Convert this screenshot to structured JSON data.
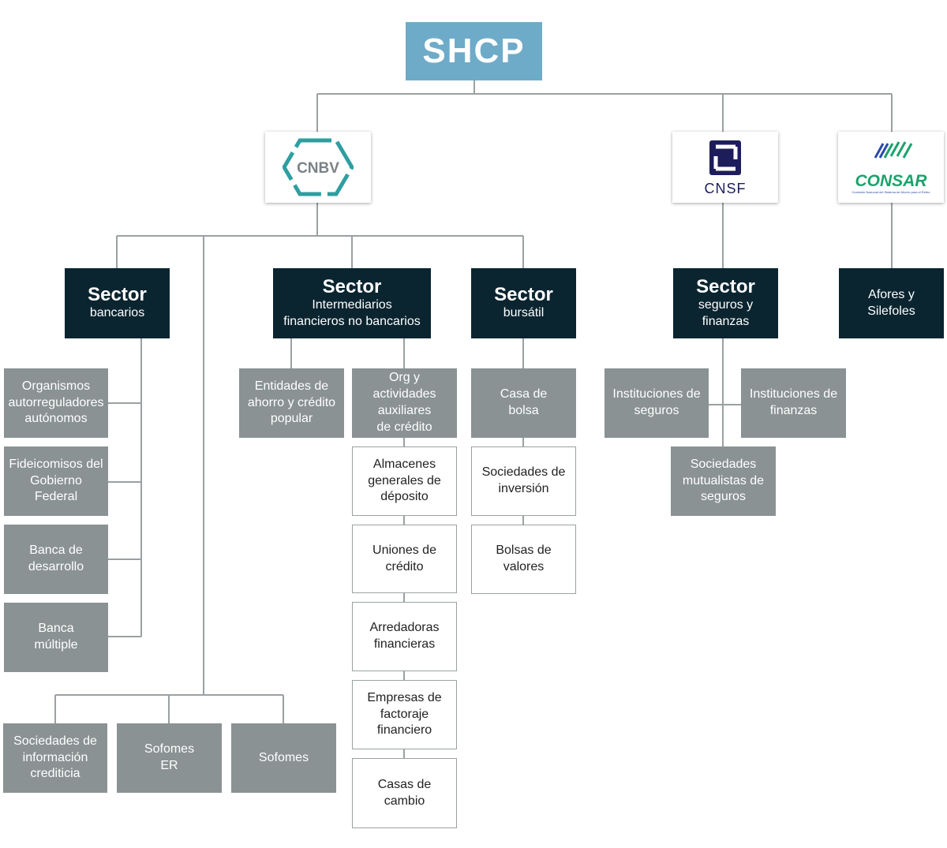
{
  "root": {
    "label": "SHCP"
  },
  "regulators": {
    "cnbv": {
      "logo_text": "CNBV"
    },
    "cnsf": {
      "logo_text": "CNSF"
    },
    "consar": {
      "logo_text": "CONSAR",
      "tagline": "Comisión Nacional del Sistema de Ahorro para el Retiro"
    }
  },
  "sectors": {
    "bancarios": {
      "title": "Sector",
      "subtitle": "bancarios"
    },
    "intermediarios": {
      "title": "Sector",
      "subtitle_1": "Intermediarios",
      "subtitle_2": "financieros no bancarios"
    },
    "bursatil": {
      "title": "Sector",
      "subtitle": "bursátil"
    },
    "seguros": {
      "title": "Sector",
      "subtitle_1": "seguros y",
      "subtitle_2": "finanzas"
    },
    "afores": {
      "line_1": "Afores y",
      "line_2": "Silefoles"
    }
  },
  "bancarios_entities": [
    [
      "Organismos",
      "autorreguladores",
      "autónomos"
    ],
    [
      "Fideicomisos del",
      "Gobierno",
      "Federal"
    ],
    [
      "Banca de",
      "desarrollo"
    ],
    [
      "Banca",
      "múltiple"
    ]
  ],
  "cnbv_bottom": [
    [
      "Sociedades de",
      "información",
      "crediticia"
    ],
    [
      "Sofomes",
      "ER"
    ],
    [
      "Sofomes"
    ]
  ],
  "intermediarios_entities": {
    "ahorro": [
      "Entidades de",
      "ahorro y crédito",
      "popular"
    ],
    "auxiliares": [
      "Org y actividades",
      "auxiliares",
      "de crédito"
    ],
    "auxiliares_children": [
      [
        "Almacenes",
        "generales de",
        "déposito"
      ],
      [
        "Uniones de",
        "crédito"
      ],
      [
        "Arredadoras",
        "financieras"
      ],
      [
        "Empresas de",
        "factoraje",
        "financiero"
      ],
      [
        "Casas de",
        "cambio"
      ]
    ]
  },
  "bursatil_entities": {
    "casa_bolsa": [
      "Casa de",
      "bolsa"
    ],
    "children": [
      [
        "Sociedades de",
        "inversión"
      ],
      [
        "Bolsas de",
        "valores"
      ]
    ]
  },
  "seguros_entities": {
    "seguros": [
      "Instituciones de",
      "seguros"
    ],
    "finanzas": [
      "Instituciones de",
      "finanzas"
    ],
    "mutualistas": [
      "Sociedades",
      "mutualistas de",
      "seguros"
    ]
  },
  "colors": {
    "root": "#6eabc8",
    "sector": "#0b2530",
    "entity_grey": "#8a9293",
    "connector": "#9aa1a2",
    "cnbv": "#2f9ea0",
    "cnsf": "#1d1d5c",
    "consar_green": "#1aa36b",
    "consar_blue": "#2b4aa8"
  }
}
